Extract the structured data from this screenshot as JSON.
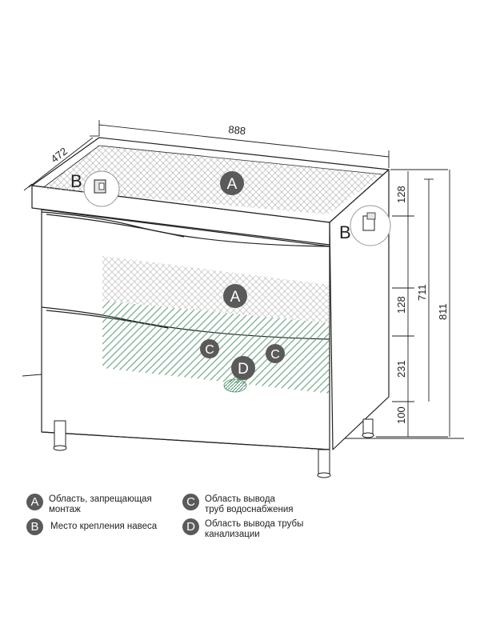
{
  "dimensions": {
    "width": "888",
    "depth": "472",
    "top_panel": "128",
    "front_height": "711",
    "total_height": "811",
    "drawer_gap": "128",
    "lower_zone": "231",
    "legs": "100"
  },
  "markers": {
    "a": "A",
    "b": "B",
    "c": "C",
    "d": "D"
  },
  "legend": [
    {
      "letter": "A",
      "line1": "Область, запрещающая",
      "line2": "монтаж"
    },
    {
      "letter": "B",
      "line1": "Место крепления навеса",
      "line2": ""
    },
    {
      "letter": "C",
      "line1": "Область вывода",
      "line2": "труб водоснабжения"
    },
    {
      "letter": "D",
      "line1": "Область вывода трубы",
      "line2": "канализации"
    }
  ],
  "colors": {
    "line": "#222222",
    "marker_fill": "#5a5a5a",
    "hatch_gray": "#9a9a9a",
    "hatch_green": "#4f8f6a"
  }
}
